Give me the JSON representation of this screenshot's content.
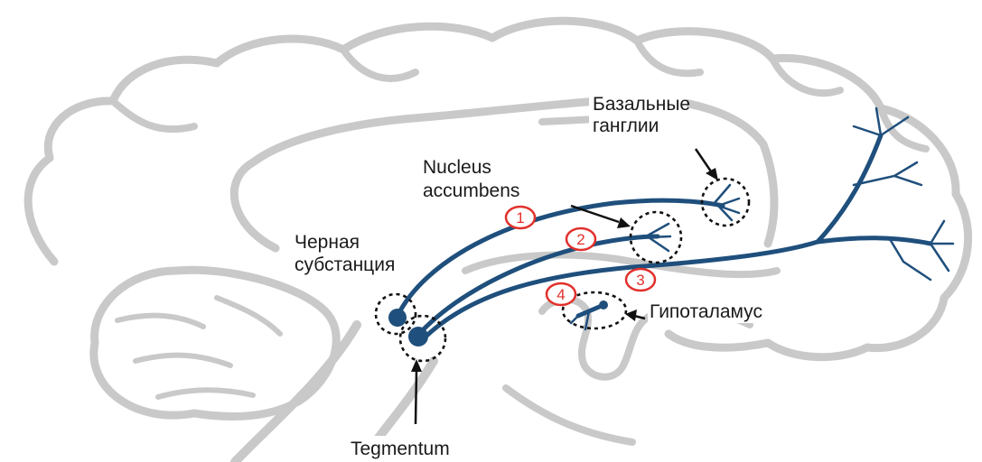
{
  "labels": {
    "basal_ganglia": [
      "Базальные",
      "ганглии"
    ],
    "nucleus_accumbens": [
      "Nucleus",
      "accumbens"
    ],
    "substantia_nigra": [
      "Черная",
      "субстанция"
    ],
    "hypothalamus": "Гипоталамус",
    "tegmentum": "Tegmentum"
  },
  "pathway_numbers": [
    "1",
    "2",
    "3",
    "4"
  ],
  "colors": {
    "pathway": "#1f4f7c",
    "brain_outline": "#c9c9c9",
    "badge": "#e1312c"
  }
}
